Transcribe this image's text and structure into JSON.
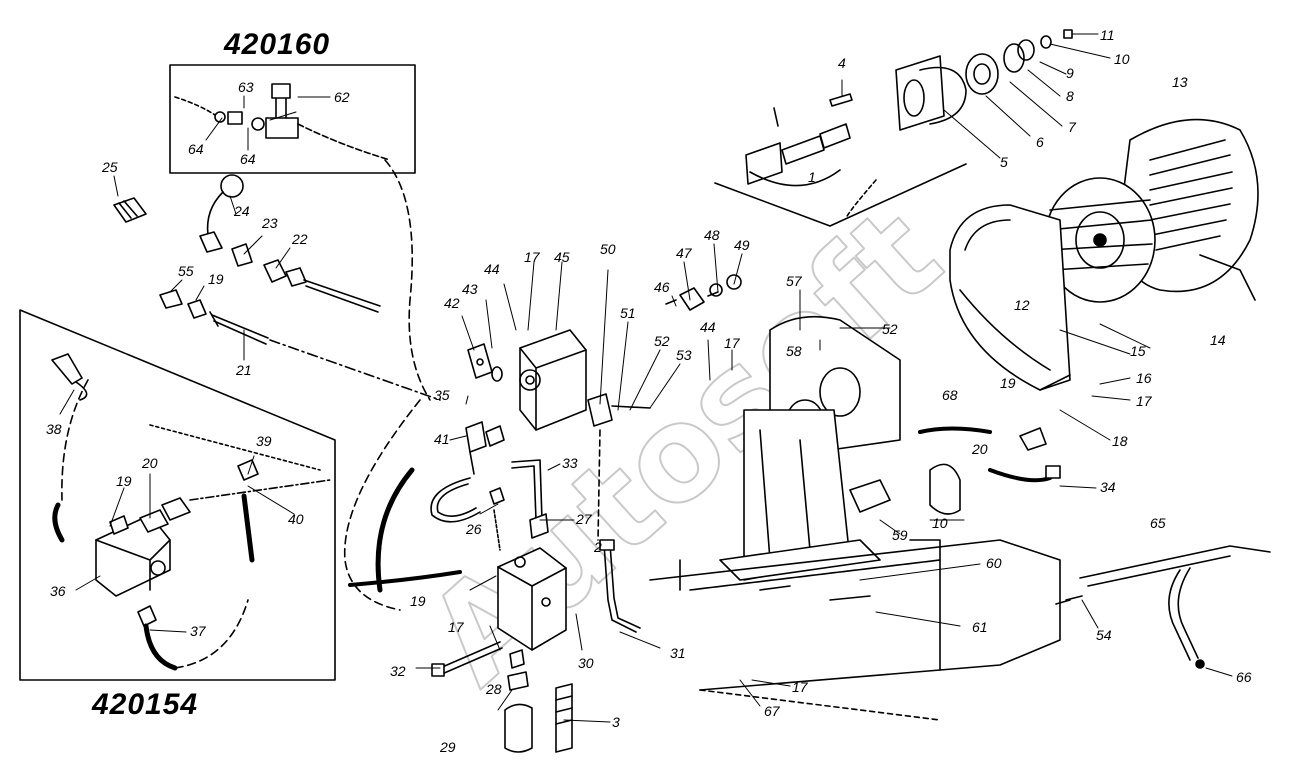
{
  "diagram": {
    "kit_labels": {
      "top": "420160",
      "bottom": "420154"
    },
    "watermark": "Autosoft",
    "callouts": [
      "1",
      "2",
      "3",
      "4",
      "5",
      "6",
      "7",
      "8",
      "9",
      "10",
      "11",
      "12",
      "13",
      "14",
      "15",
      "16",
      "17",
      "18",
      "19",
      "20",
      "21",
      "22",
      "23",
      "24",
      "25",
      "26",
      "27",
      "28",
      "29",
      "30",
      "31",
      "33",
      "34",
      "35",
      "36",
      "37",
      "38",
      "39",
      "40",
      "41",
      "42",
      "43",
      "44",
      "45",
      "46",
      "47",
      "48",
      "49",
      "50",
      "51",
      "52",
      "53",
      "54",
      "55",
      "57",
      "58",
      "59",
      "60",
      "61",
      "62",
      "63",
      "64",
      "65",
      "66",
      "67",
      "68"
    ],
    "labels": {
      "n1": "1",
      "n2": "2",
      "n3": "3",
      "n4": "4",
      "n5": "5",
      "n6": "6",
      "n7": "7",
      "n8": "8",
      "n9": "9",
      "n10a": "10",
      "n10b": "10",
      "n11": "11",
      "n12": "12",
      "n13": "13",
      "n14": "14",
      "n15": "15",
      "n16": "16",
      "n17a": "17",
      "n17b": "17",
      "n17c": "17",
      "n17d": "17",
      "n17e": "17",
      "n18": "18",
      "n19a": "19",
      "n19b": "19",
      "n19c": "19",
      "n19d": "19",
      "n20a": "20",
      "n20b": "20",
      "n21": "21",
      "n22": "22",
      "n23": "23",
      "n24": "24",
      "n25": "25",
      "n26": "26",
      "n27": "27",
      "n28": "28",
      "n29": "29",
      "n30": "30",
      "n31": "31",
      "n32": "32",
      "n33": "33",
      "n34": "34",
      "n35": "35",
      "n36": "36",
      "n37": "37",
      "n38": "38",
      "n39": "39",
      "n40": "40",
      "n41": "41",
      "n42": "42",
      "n43": "43",
      "n44a": "44",
      "n44b": "44",
      "n45": "45",
      "n46": "46",
      "n47": "47",
      "n48": "48",
      "n49": "49",
      "n50": "50",
      "n51": "51",
      "n52a": "52",
      "n52b": "52",
      "n53": "53",
      "n54": "54",
      "n55": "55",
      "n57": "57",
      "n58": "58",
      "n59": "59",
      "n60": "60",
      "n61": "61",
      "n62": "62",
      "n63": "63",
      "n64a": "64",
      "n64b": "64",
      "n65": "65",
      "n66": "66",
      "n67": "67",
      "n68": "68"
    }
  }
}
